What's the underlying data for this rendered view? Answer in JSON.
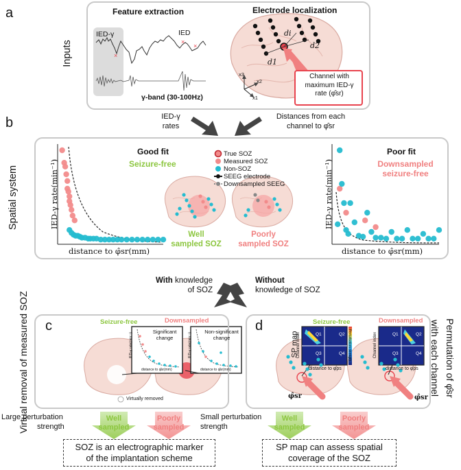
{
  "panels": {
    "a": "a",
    "b": "b",
    "c": "c",
    "d": "d"
  },
  "side_labels": {
    "inputs": "Inputs",
    "spatial_system": "Spatial system",
    "virtual_removal": "Virtual removal of measured SOZ",
    "permutation_line1": "Permutation of φ̂sr",
    "permutation_line2": "with each channel"
  },
  "panel_a": {
    "feature_title": "Feature extraction",
    "ied_gamma": "IED-γ",
    "ied": "IED",
    "gamma_band": "γ-band (30-100Hz)",
    "electrode_title": "Electrode localization",
    "d_i": "di",
    "d_1": "d1",
    "d_2": "d2",
    "axis_x1": "x1",
    "axis_x2": "x2",
    "axis_x3": "x3",
    "callout_line1": "Channel with",
    "callout_line2": "maximum IED-γ",
    "callout_line3": "rate (φ̂sr)"
  },
  "flow": {
    "left_line1": "IED-γ",
    "left_line2": "rates",
    "right_line1": "Distances from each",
    "right_line2": "channel to φ̂sr"
  },
  "panel_b": {
    "ylabel": "IED-γ rate(min⁻¹)",
    "xlabel": "distance to φ̂sr(mm)",
    "good_fit": "Good fit",
    "seizure_free": "Seizure-free",
    "poor_fit": "Poor fit",
    "downsampled_line1": "Downsampled",
    "downsampled_line2": "seizure-free",
    "legend": {
      "true_soz": "True SOZ",
      "measured_soz": "Measured SOZ",
      "non_soz": "Non-SOZ",
      "seeg": "SEEG electrode",
      "downsampled_seeg": "Downsampled SEEG"
    },
    "well_line1": "Well",
    "well_line2": "sampled SOZ",
    "poorly_line1": "Poorly",
    "poorly_line2": "sampled SOZ"
  },
  "branch": {
    "with_bold": "With",
    "with_rest1": " knowledge",
    "with_rest2": "of SOZ",
    "without_bold": "Without",
    "without_rest2": "knowledge of SOZ"
  },
  "panel_c": {
    "seizure_free": "Seizure-free",
    "downsampled": "Downsampled",
    "significant_line1": "Significant",
    "significant_line2": "change",
    "nonsig_line1": "Non-significant",
    "nonsig_line2": "change",
    "mini_ylabel": "IED-γ rate(min⁻¹)",
    "mini_xlabel": "distance to φ̂sr(mm)",
    "virtually_removed": "Virtually removed"
  },
  "panel_d": {
    "seizure_free": "Seizure-free",
    "downsampled": "Downsampled",
    "sp_map": "SP map",
    "channel_index": "Channel index",
    "perturbation": "Perturbation strength",
    "distance": "distance to φ̂ps",
    "q1": "Q1",
    "q2": "Q2",
    "q3": "Q3",
    "q4": "Q4",
    "phi_sr": "φ̂sr"
  },
  "bottom": {
    "large_line1": "Large perturbation",
    "large_line2": "strength",
    "small_line1": "Small perturbation",
    "small_line2": "strength",
    "well_line1": "Well",
    "well_line2": "sampled",
    "poorly_line1": "Poorly",
    "poorly_line2": "sampled",
    "box_left_line1": "SOZ is an electrographic marker",
    "box_left_line2": "of the implantation scheme",
    "box_right_line1": "SP map can assess spatial",
    "box_right_line2": "coverage of the SOZ"
  },
  "colors": {
    "panel_border": "#c8c8c8",
    "soz_red": "#e8424d",
    "measured_pink": "#f28b8b",
    "non_soz_cyan": "#25bcd0",
    "green": "#8cc63f",
    "pink_text": "#f08080",
    "callout_red": "#e8424d"
  },
  "chart_data": [
    {
      "type": "scatter",
      "panel": "b-left",
      "title": "",
      "xlabel": "distance to φ̂sr(mm)",
      "ylabel": "IED-γ rate(min⁻¹)",
      "series": [
        {
          "name": "Measured SOZ",
          "x": [
            3,
            5,
            6,
            7,
            8,
            8,
            9,
            10,
            10,
            11,
            12,
            13,
            15
          ],
          "y": [
            95,
            82,
            78,
            70,
            63,
            55,
            52,
            47,
            42,
            38,
            33,
            27,
            22
          ]
        },
        {
          "name": "Non-SOZ",
          "x": [
            10,
            12,
            14,
            16,
            18,
            20,
            22,
            25,
            28,
            30,
            33,
            36,
            40,
            44,
            48,
            52,
            56,
            60,
            65,
            70,
            75,
            80,
            85,
            90,
            95,
            100
          ],
          "y": [
            12,
            9,
            7,
            6,
            6,
            5,
            4,
            4,
            3,
            3,
            3,
            3,
            2,
            2,
            2,
            2,
            2,
            2,
            2,
            2,
            2,
            2,
            2,
            2,
            2,
            2
          ]
        }
      ]
    },
    {
      "type": "scatter",
      "panel": "b-right",
      "title": "",
      "xlabel": "distance to φ̂sr(mm)",
      "ylabel": "IED-γ rate(min⁻¹)",
      "series": [
        {
          "name": "Measured SOZ",
          "x": [
            6,
            12,
            30,
            40
          ],
          "y": [
            55,
            30,
            22,
            15
          ]
        },
        {
          "name": "Non-SOZ",
          "x": [
            4,
            6,
            8,
            10,
            12,
            14,
            16,
            20,
            24,
            28,
            32,
            36,
            40,
            45,
            50,
            55,
            60,
            65,
            70,
            75,
            80,
            85,
            90,
            95,
            100
          ],
          "y": [
            18,
            95,
            60,
            40,
            12,
            8,
            40,
            20,
            6,
            5,
            30,
            10,
            4,
            4,
            3,
            10,
            3,
            3,
            12,
            3,
            3,
            8,
            3,
            3,
            12
          ]
        }
      ]
    }
  ]
}
